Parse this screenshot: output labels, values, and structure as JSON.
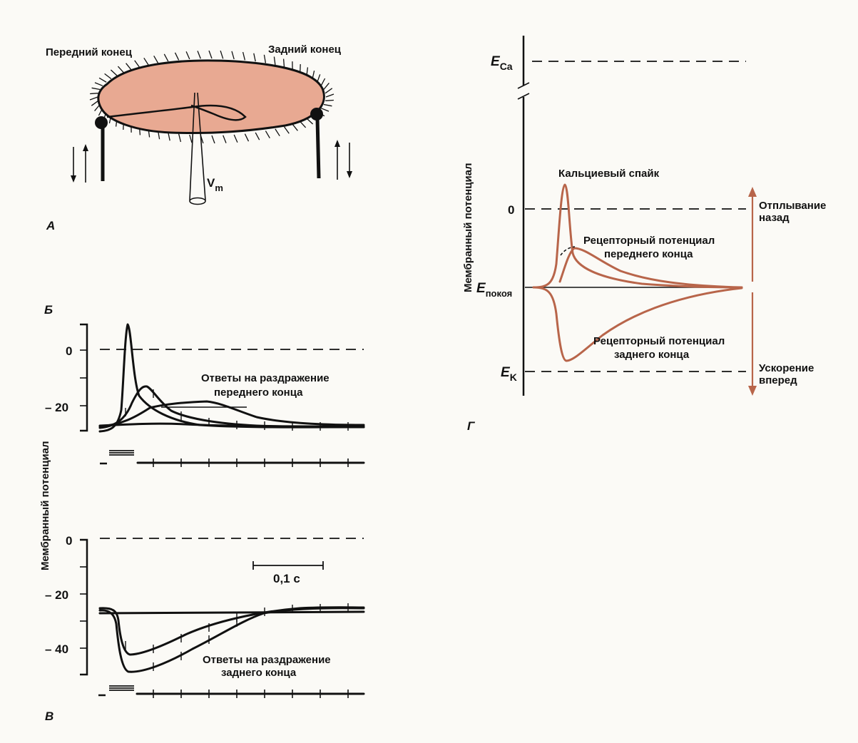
{
  "panel_a": {
    "label": "А",
    "front_end": "Передний конец",
    "rear_end": "Задний конец",
    "vm_main": "V",
    "vm_sub": "m"
  },
  "panel_b": {
    "label": "Б"
  },
  "panel_v": {
    "label": "В"
  },
  "panel_g": {
    "label": "Г"
  },
  "left_ylabel": "Мембранный потенциал",
  "upper_plot": {
    "tick_0": "0",
    "tick_m20": "– 20",
    "caption_line1": "Ответы на раздражение",
    "caption_line2": "переднего конца"
  },
  "lower_plot": {
    "tick_0": "0",
    "tick_m20": "– 20",
    "tick_m40": "– 40",
    "caption_line1": "Ответы на раздражение",
    "caption_line2": "заднего конца",
    "scale_bar": "0,1 с"
  },
  "right_plot": {
    "ylabel": "Мембранный потенциал",
    "eca_main": "E",
    "eca_sub": "Ca",
    "zero": "0",
    "erest_main": "E",
    "erest_sub": "покоя",
    "ek_main": "E",
    "ek_sub": "K",
    "spike_label": "Кальциевый спайк",
    "front_line1": "Рецепторный потенциал",
    "front_line2": "переднего конца",
    "rear_line1": "Рецепторный потенциал",
    "rear_line2": "заднего конца",
    "back_line1": "Отплывание",
    "back_line2": "назад",
    "fwd_line1": "Ускорение",
    "fwd_line2": "вперед"
  },
  "colors": {
    "cell_fill": "#e8a992",
    "brown_trace": "#b8654a",
    "ink": "#111111"
  }
}
